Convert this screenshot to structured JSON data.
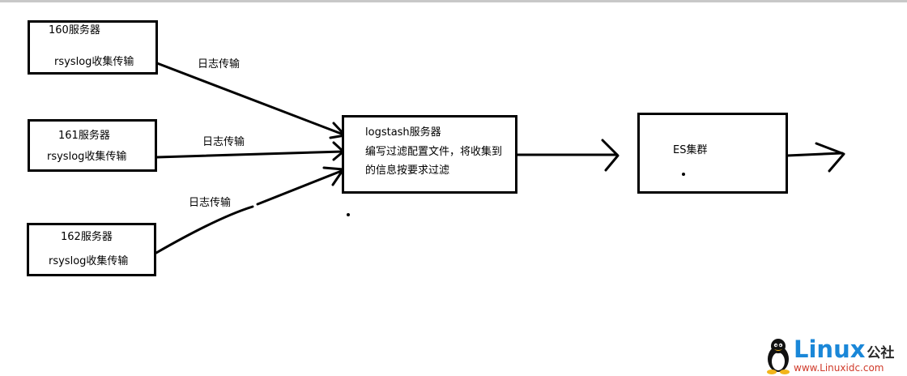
{
  "nodes": {
    "server160": {
      "title": "160服务器",
      "desc": "rsyslog收集传输"
    },
    "server161": {
      "title": "161服务器",
      "desc": "rsyslog收集传输"
    },
    "server162": {
      "title": "162服务器",
      "desc": "rsyslog收集传输"
    },
    "logstash": {
      "title": "logstash服务器",
      "line2": "编写过滤配置文件，将收集到",
      "line3": "的信息按要求过滤"
    },
    "es": {
      "title": "ES集群"
    }
  },
  "edges": {
    "e160": "日志传输",
    "e161": "日志传输",
    "e162": "日志传输"
  },
  "watermark": {
    "brand": "Linux",
    "suffix": "公社",
    "url": "www.Linuxidc.com"
  },
  "colors": {
    "stroke": "#000000",
    "brand_blue": "#1a87d8",
    "brand_red": "#d03a2a"
  }
}
